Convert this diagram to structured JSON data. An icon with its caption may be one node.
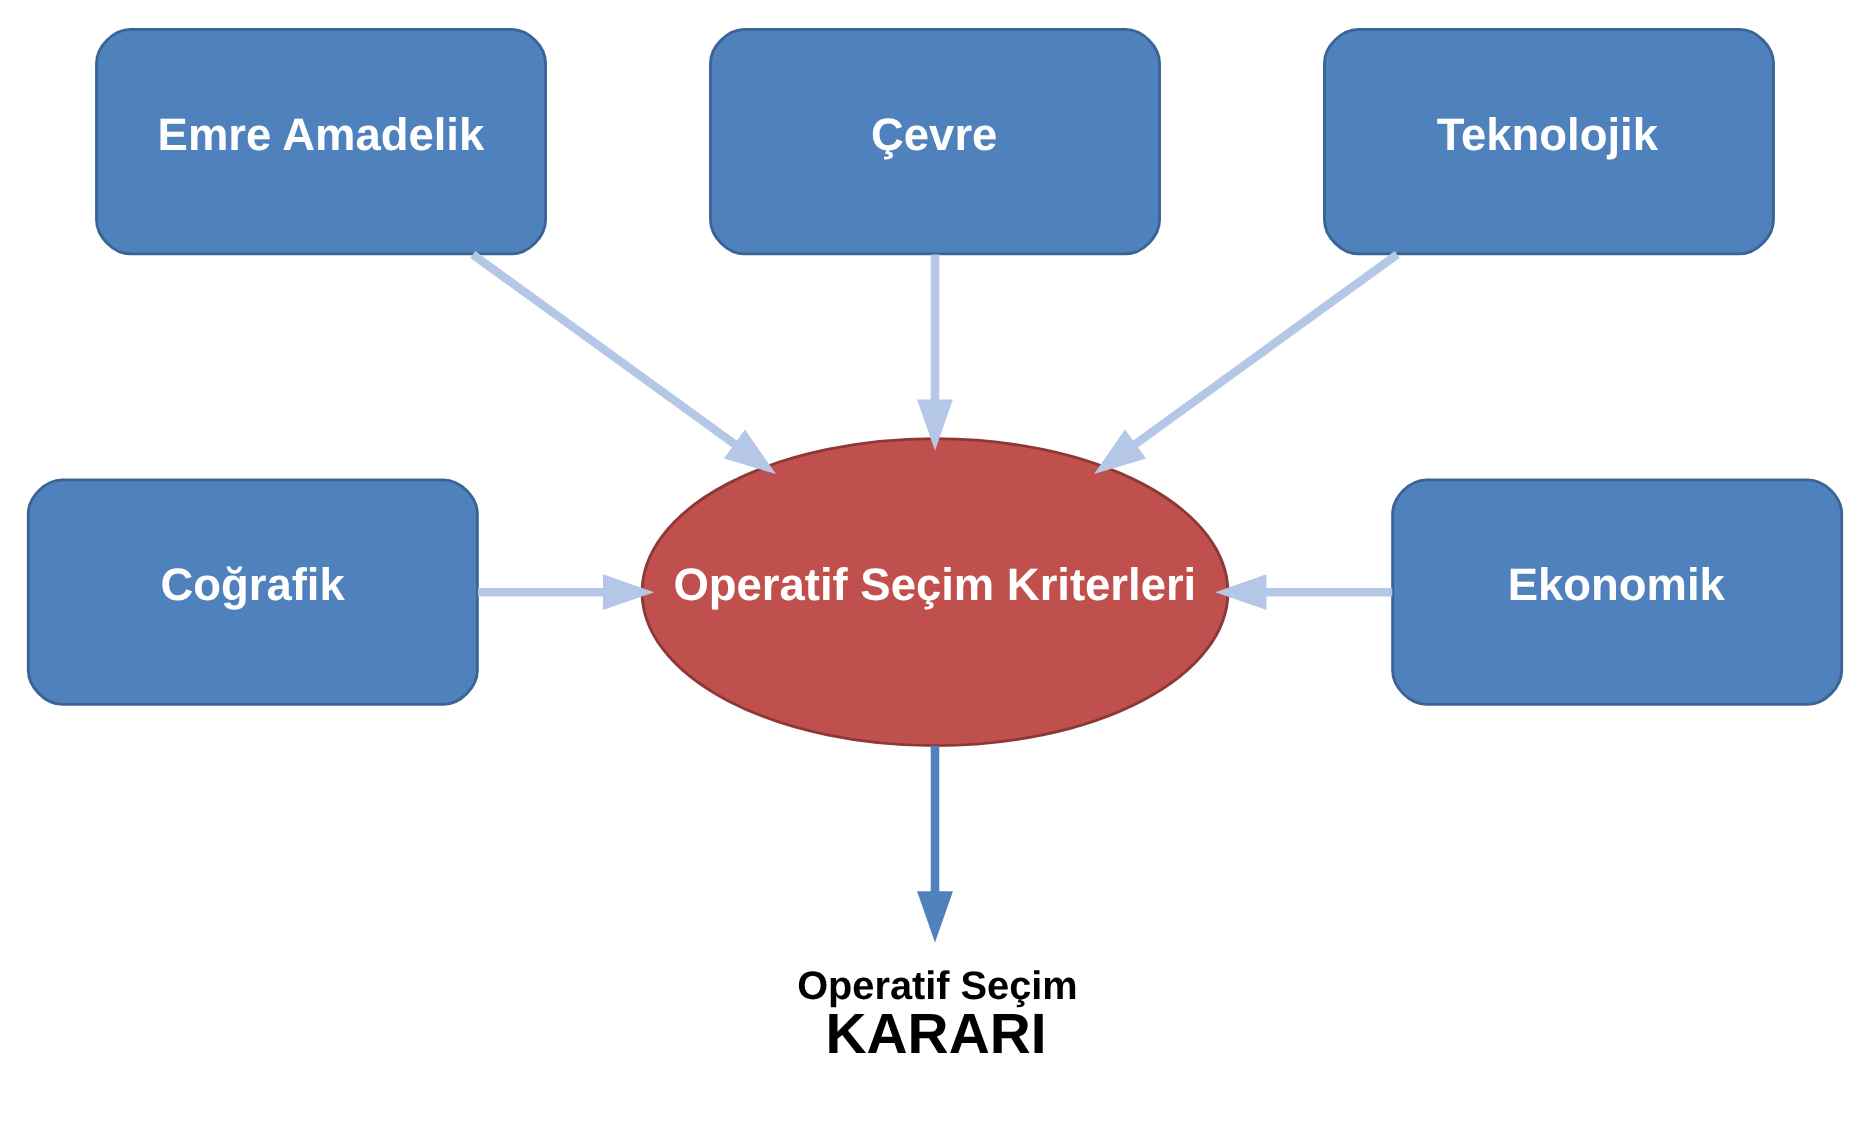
{
  "diagram": {
    "nodes": [
      {
        "text": [
          "Çevre"
        ]
      },
      {
        "text": [
          "Emre Amadelik"
        ]
      },
      {
        "text": [
          "Teknolojik"
        ]
      },
      {
        "text": [
          "Coğrafik"
        ]
      },
      {
        "text": [
          "Operatif Seçim Kriterleri"
        ]
      },
      {
        "text": [
          "Ekonomik"
        ]
      },
      {
        "text": [
          "Operatif Seçim",
          "KARARI"
        ]
      }
    ],
    "edges": [
      {
        "from": 0,
        "to": 4,
        "arrow": "to"
      },
      {
        "from": 1,
        "to": 4,
        "arrow": "to"
      },
      {
        "from": 2,
        "to": 4,
        "arrow": "to"
      },
      {
        "from": 3,
        "to": 4,
        "arrow": "to"
      },
      {
        "from": 5,
        "to": 4,
        "arrow": "to"
      },
      {
        "from": 4,
        "to": 6,
        "arrow": "to",
        "color": "#4f81bd"
      }
    ]
  }
}
